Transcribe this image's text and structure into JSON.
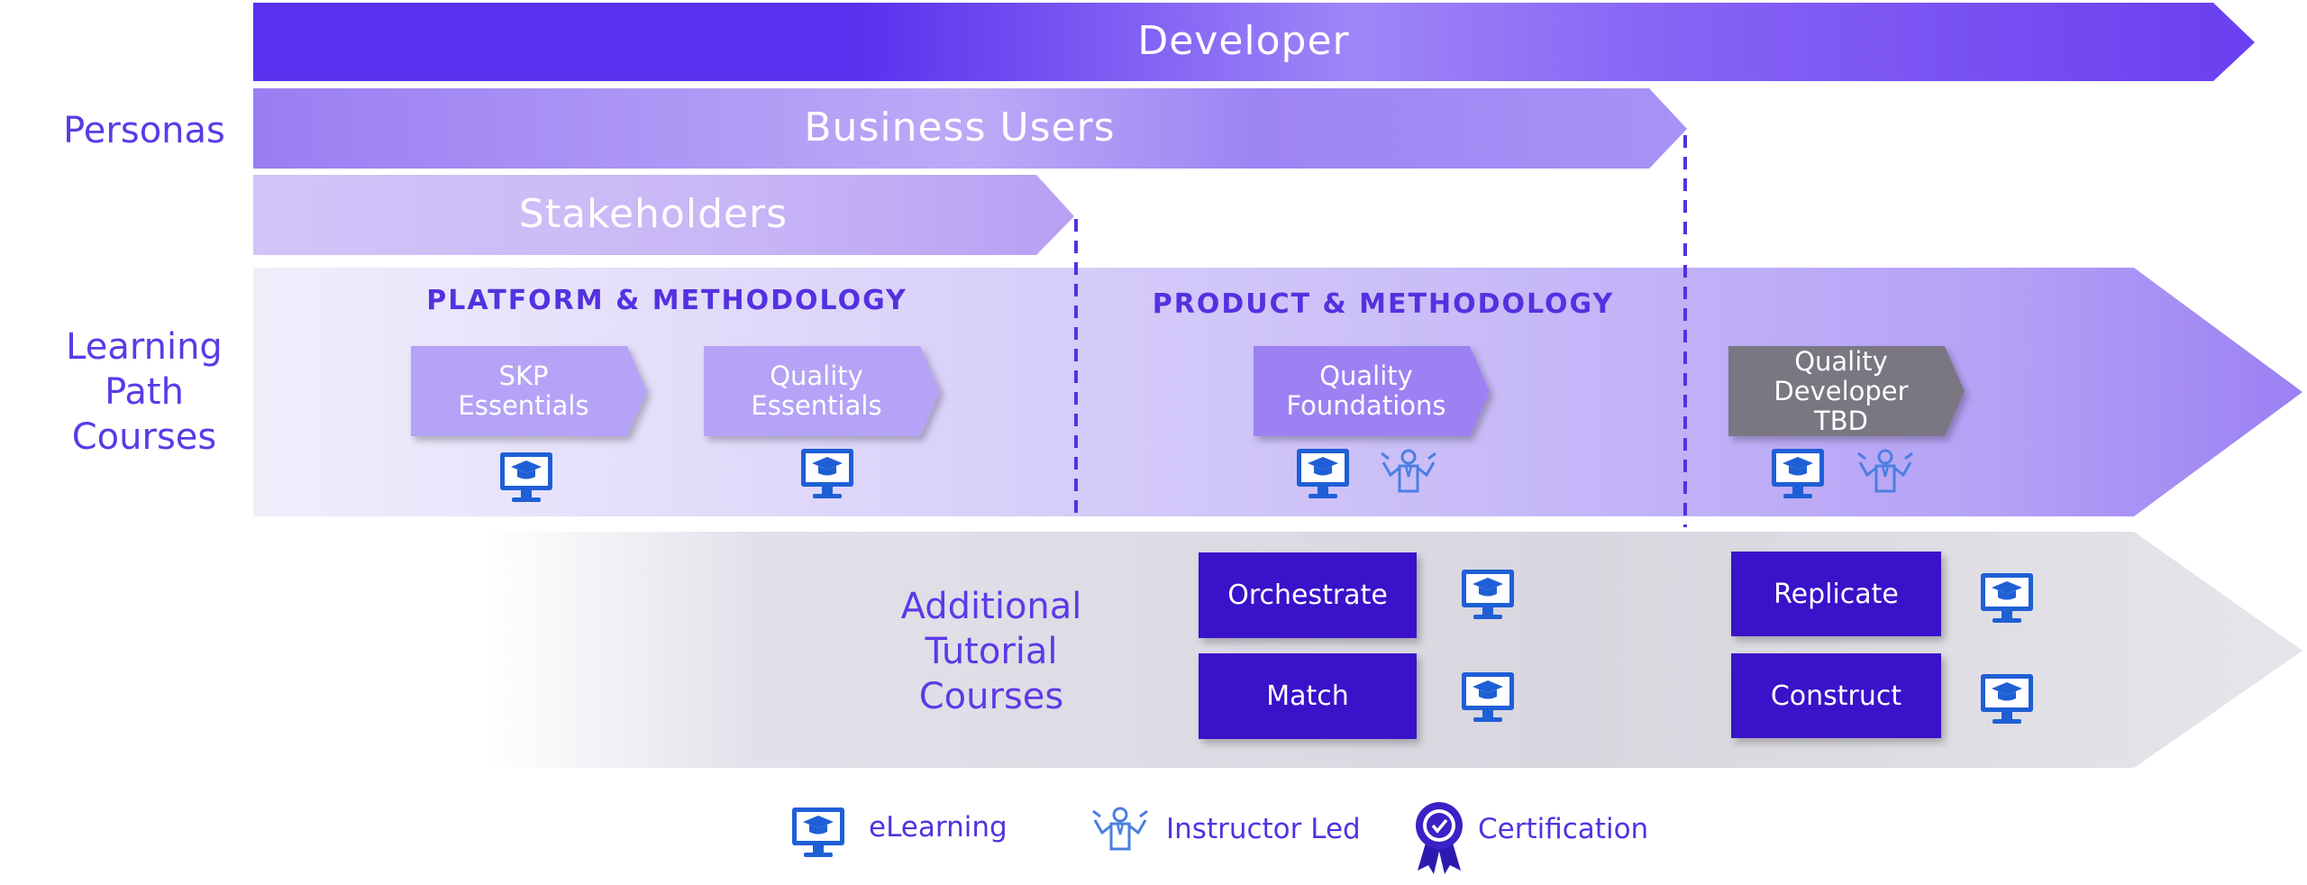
{
  "personas": {
    "label": "Personas",
    "developer": "Developer",
    "business_users": "Business Users",
    "stakeholders": "Stakeholders"
  },
  "learning_path": {
    "label_line1": "Learning",
    "label_line2": "Path",
    "label_line3": "Courses",
    "platform_title": "PLATFORM & METHODOLOGY",
    "product_title": "PRODUCT & METHODOLOGY",
    "courses": [
      {
        "line1": "SKP",
        "line2": "Essentials",
        "line3": ""
      },
      {
        "line1": "Quality",
        "line2": "Essentials",
        "line3": ""
      },
      {
        "line1": "Quality",
        "line2": "Foundations",
        "line3": ""
      },
      {
        "line1": "Quality",
        "line2": "Developer",
        "line3": "TBD"
      }
    ]
  },
  "additional": {
    "label_line1": "Additional",
    "label_line2": "Tutorial",
    "label_line3": "Courses",
    "courses": [
      "Orchestrate",
      "Match",
      "Replicate",
      "Construct"
    ]
  },
  "legend": {
    "elearning": "eLearning",
    "instructor_led": "Instructor Led",
    "certification": "Certification"
  },
  "colors": {
    "accent": "#5b3ae8",
    "dark_box": "#3a12c9",
    "icon_blue": "#1f5fd6",
    "gray_chevron": "#7a7783"
  }
}
